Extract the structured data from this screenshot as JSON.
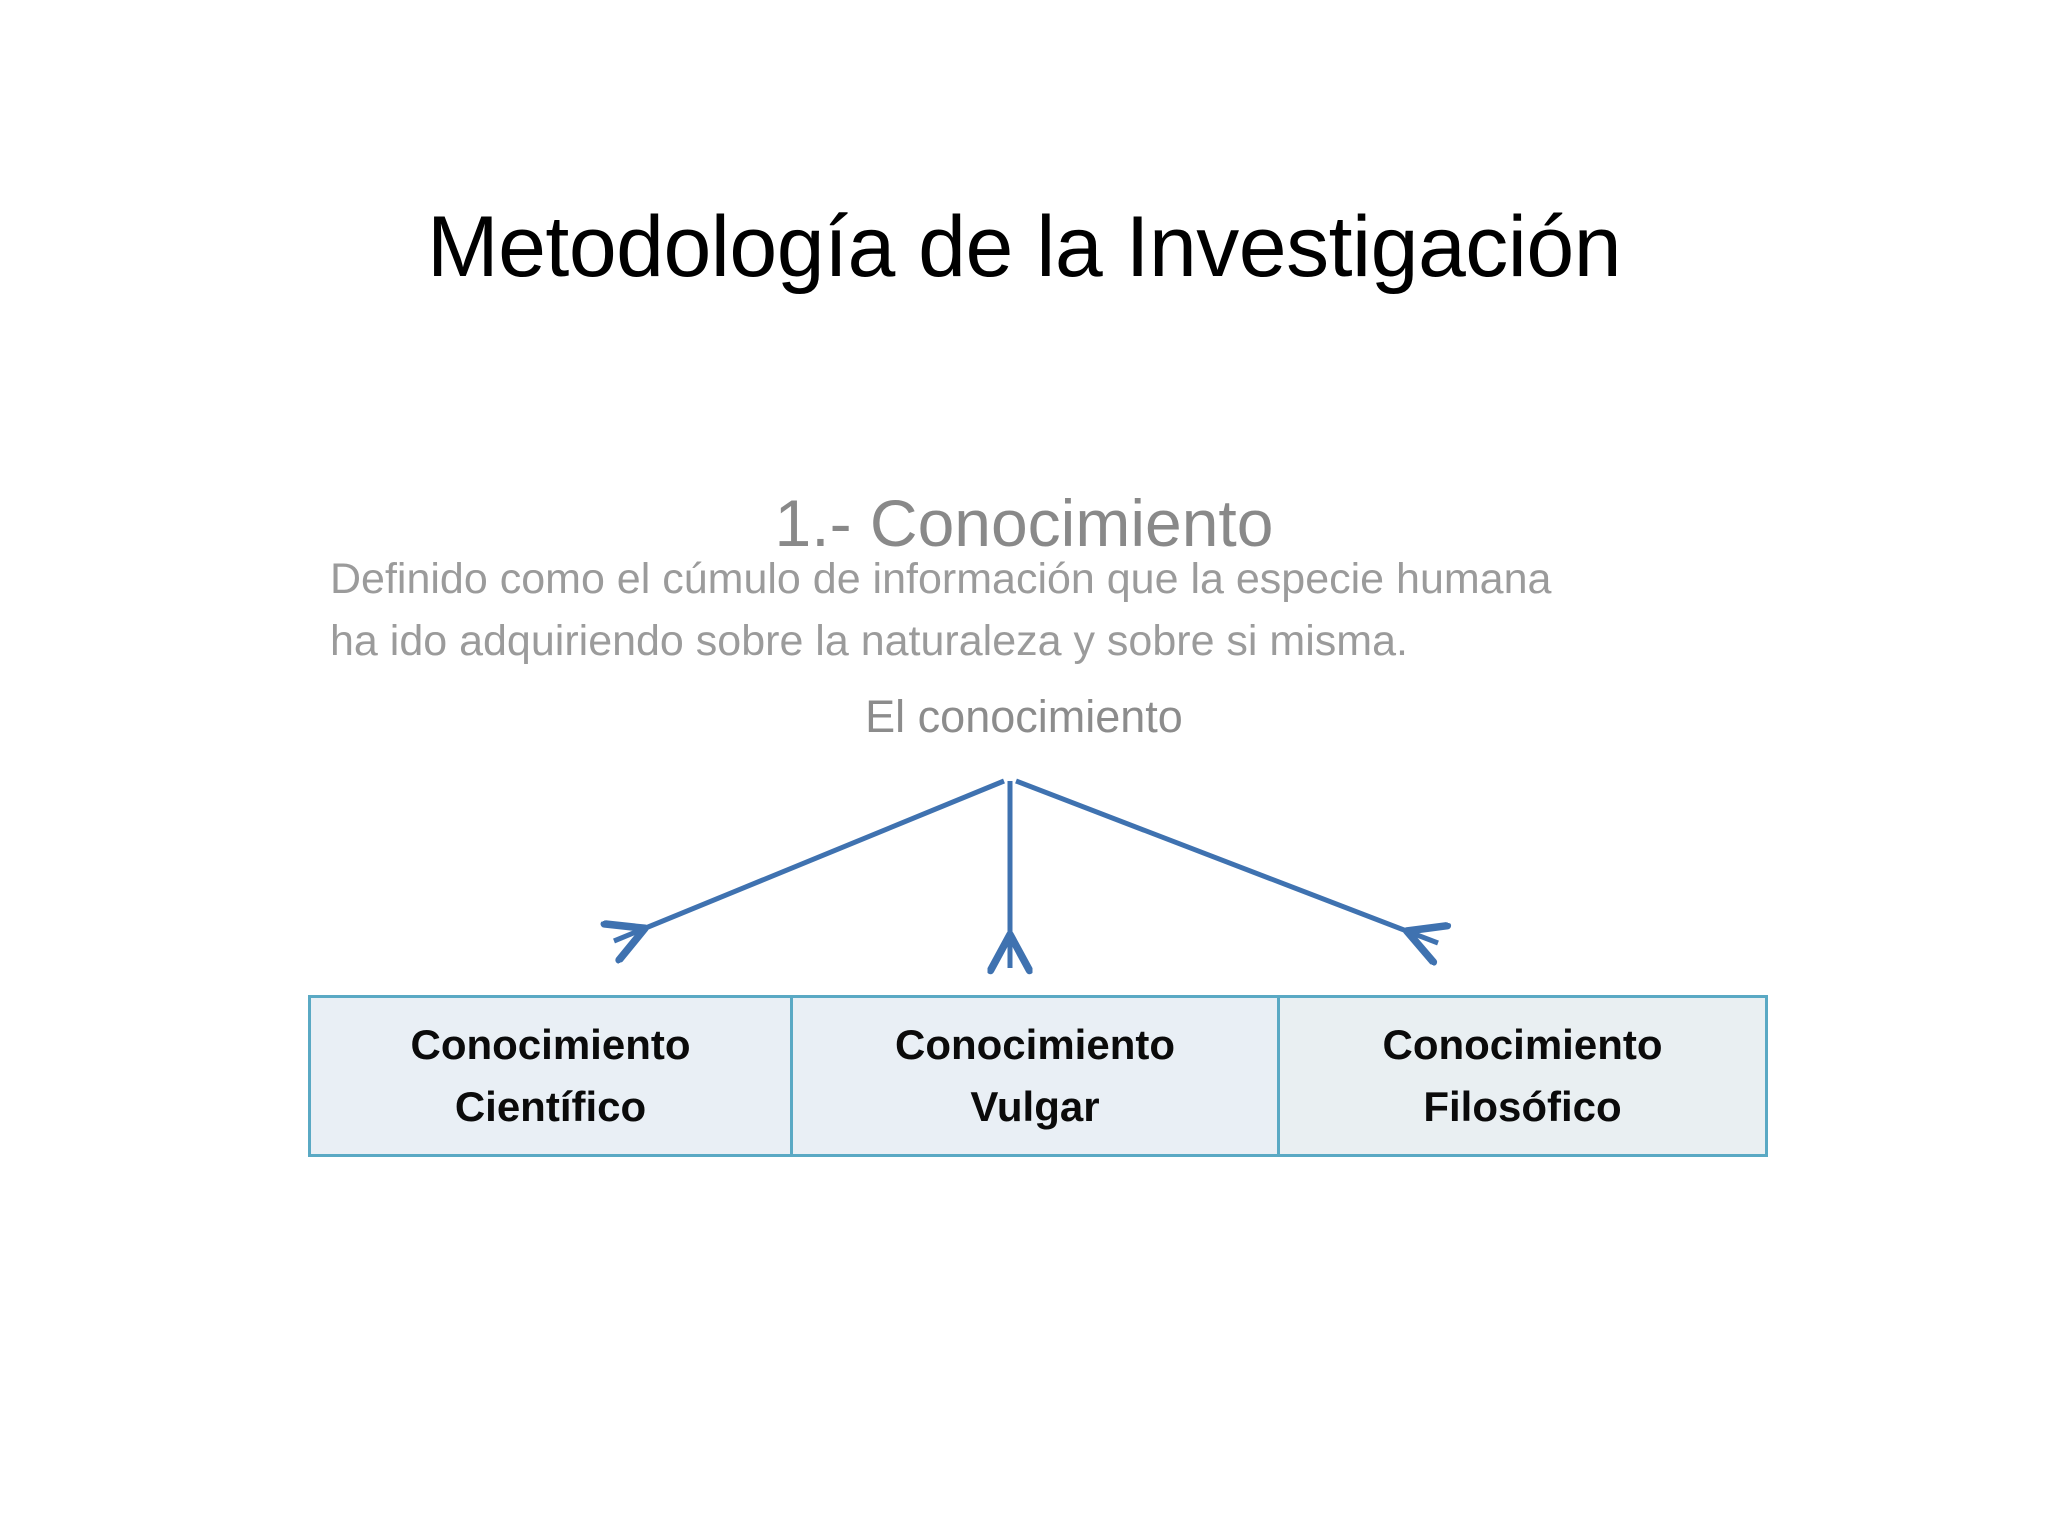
{
  "slide": {
    "title": "Metodología de la Investigación",
    "section_heading": "1.- Conocimiento",
    "body": {
      "line1": "Definido como el cúmulo de información que la especie humana",
      "line2": "ha ido adquiriendo sobre la naturaleza y sobre si misma."
    },
    "diagram": {
      "root_label": "El conocimiento",
      "arrow_color": "#3f72b0",
      "boxes": [
        {
          "line1": "Conocimiento",
          "line2": "Científico"
        },
        {
          "line1": "Conocimiento",
          "line2": "Vulgar"
        },
        {
          "line1": "Conocimiento",
          "line2": "Filosófico"
        }
      ]
    },
    "colors": {
      "background": "#ffffff",
      "title_text": "#000000",
      "heading_text": "#898989",
      "body_text": "#9b9b9b",
      "box_fill": "#e9eff5",
      "box_border": "#5aa9c4",
      "box_text": "#0b0b0b",
      "arrow": "#3f72b0"
    }
  }
}
